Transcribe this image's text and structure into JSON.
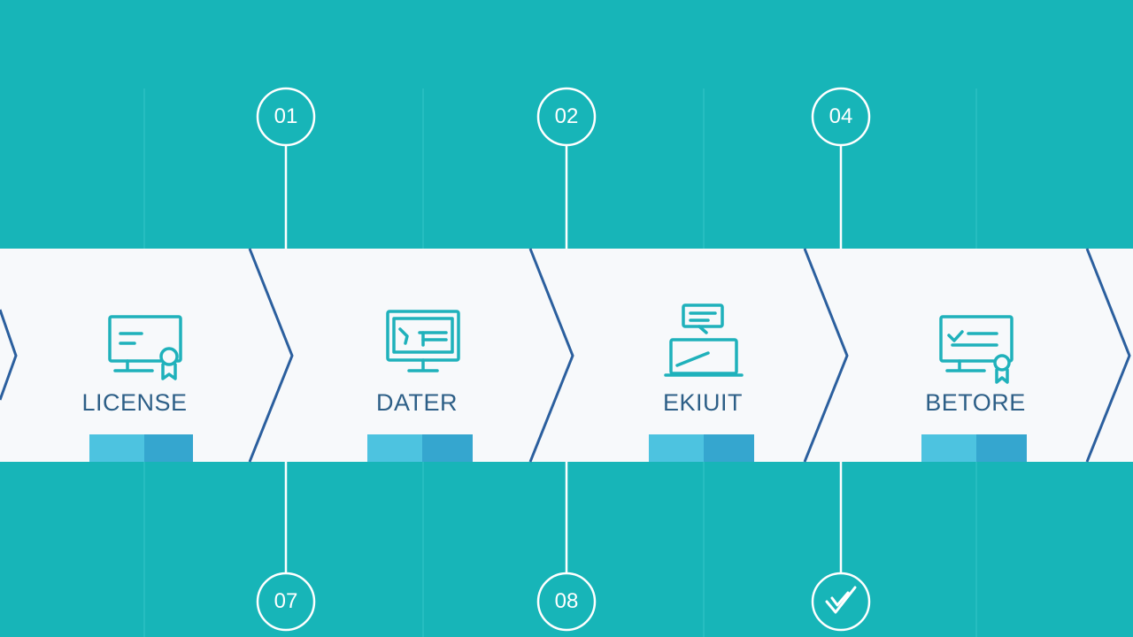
{
  "theme": {
    "background": "#17b5b8",
    "band": "#f7f9fb",
    "chevron": "#2b5f9e",
    "icon": "#1fb1bb",
    "label": "#2d5f87",
    "tab_light": "#4dc3e0",
    "tab_dark": "#35a6cf",
    "guide": "#2cc0c3",
    "connector": "#ffffff"
  },
  "steps": [
    {
      "label": "LICENSE",
      "icon": "monitor-certificate-icon"
    },
    {
      "label": "DATER",
      "icon": "monitor-chart-icon"
    },
    {
      "label": "EKIUIT",
      "icon": "document-laptop-icon"
    },
    {
      "label": "BETORE",
      "icon": "monitor-check-certificate-icon"
    }
  ],
  "top_badges": [
    "01",
    "02",
    "04"
  ],
  "bottom_badges": [
    "07",
    "08",
    ""
  ],
  "bottom_badge_icons": [
    "",
    "",
    "check-icon"
  ]
}
